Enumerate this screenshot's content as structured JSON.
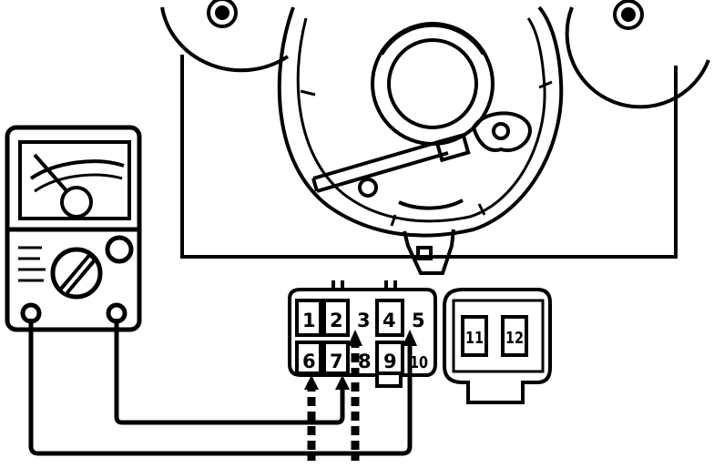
{
  "connector_a": {
    "pins": [
      {
        "id": "pin-1",
        "label": "1"
      },
      {
        "id": "pin-2",
        "label": "2"
      },
      {
        "id": "pin-3",
        "label": "3"
      },
      {
        "id": "pin-4",
        "label": "4"
      },
      {
        "id": "pin-5",
        "label": "5"
      },
      {
        "id": "pin-6",
        "label": "6"
      },
      {
        "id": "pin-7",
        "label": "7"
      },
      {
        "id": "pin-8",
        "label": "8"
      },
      {
        "id": "pin-9",
        "label": "9"
      },
      {
        "id": "pin-10",
        "label": "10"
      }
    ]
  },
  "connector_b": {
    "pins": [
      {
        "id": "pin-11",
        "label": "11"
      },
      {
        "id": "pin-12",
        "label": "12"
      }
    ]
  },
  "colors": {
    "ink": "#000000",
    "paper": "#ffffff"
  }
}
